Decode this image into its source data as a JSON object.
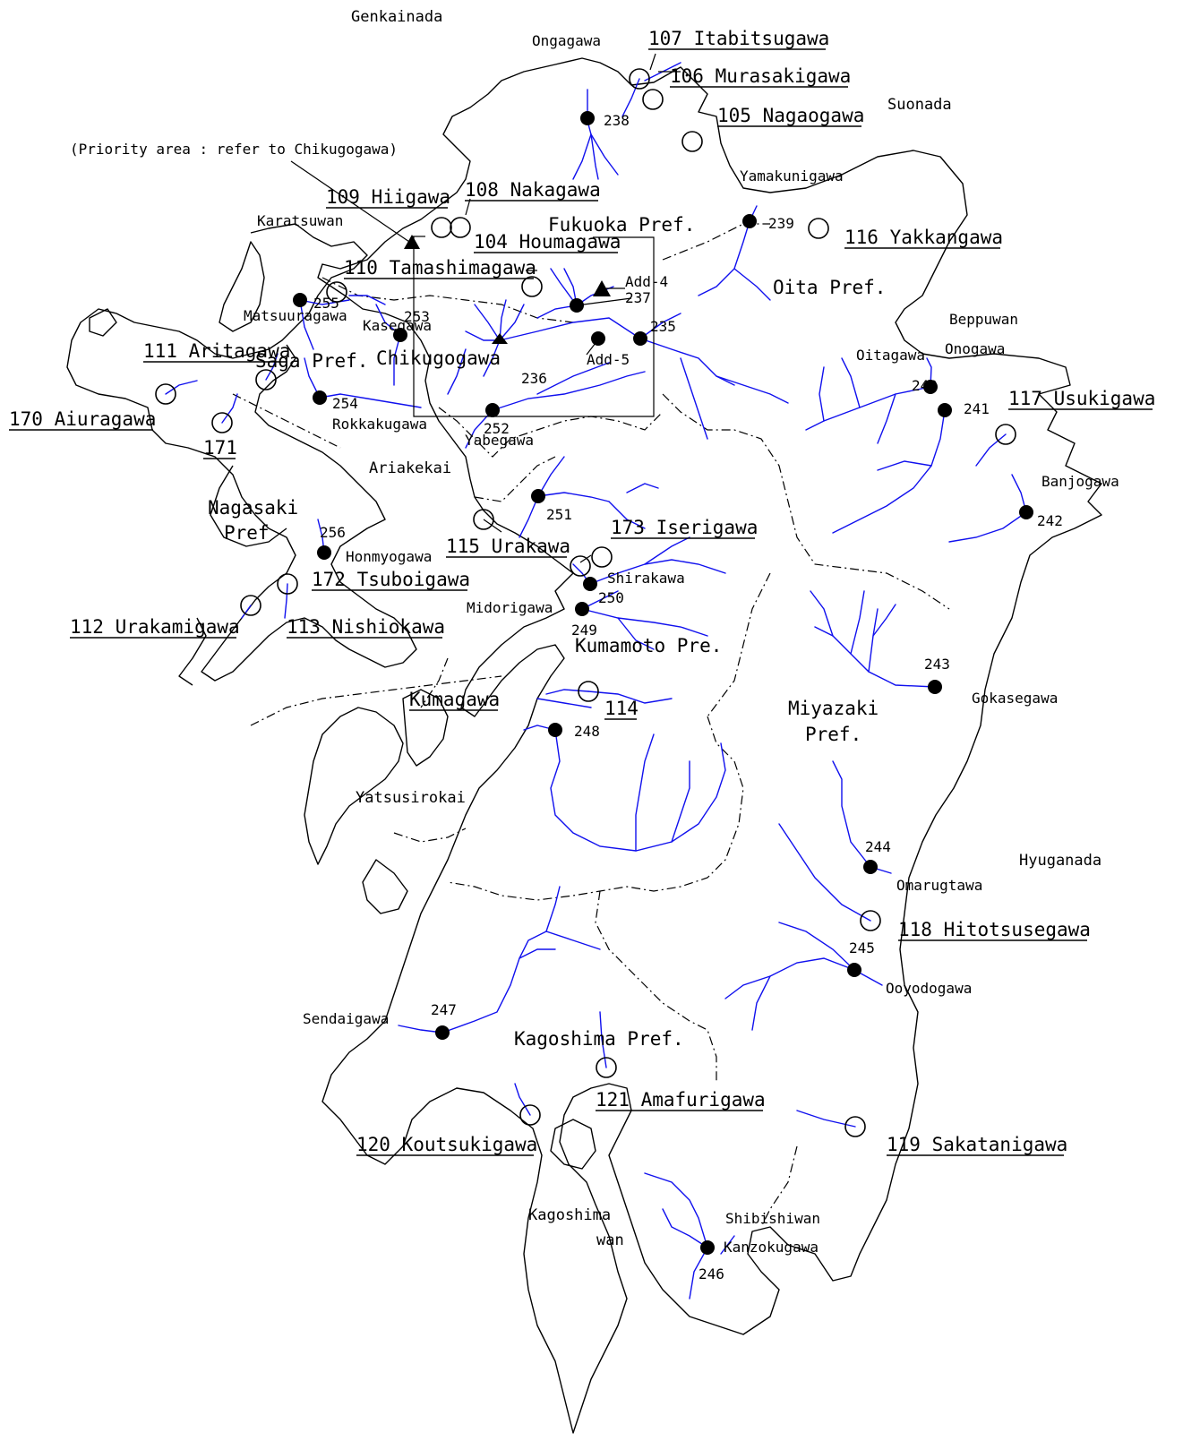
{
  "seas": {
    "genkainada": "Genkainada",
    "suonada": "Suonada",
    "beppuwan": "Beppuwan",
    "ariakekai": "Ariakekai",
    "yatsusirokai": "Yatsusirokai",
    "hyuganada": "Hyuganada",
    "kagoshima_wan_1": "Kagoshima",
    "kagoshima_wan_2": "wan",
    "shibishiwan": "Shibishiwan",
    "karatsuwan": "Karatsuwan"
  },
  "prefectures": {
    "fukuoka": "Fukuoka Pref.",
    "oita": "Oita Pref.",
    "saga": "Saga Pref.",
    "nagasaki_1": "Nagasaki",
    "nagasaki_2": "Pref",
    "kumamoto": "Kumamoto Pre.",
    "miyazaki_1": "Miyazaki",
    "miyazaki_2": "Pref.",
    "kagoshima": "Kagoshima Pref."
  },
  "note": "(Priority area : refer to Chikugogawa)",
  "rivers_open": {
    "r107": "107 Itabitsugawa",
    "r106": "106 Murasakigawa",
    "r105": "105 Nagaogawa",
    "r109": "109 Hiigawa",
    "r108": "108 Nakagawa",
    "r104": "104 Houmagawa",
    "r110": "110 Tamashimagawa",
    "r111": "111 Aritagawa",
    "r170": "170 Aiuragawa",
    "r171": "171",
    "r116": "116 Yakkangawa",
    "r117": "117 Usukigawa",
    "r173": "173 Iserigawa",
    "r115": "115 Urakawa",
    "r172": "172 Tsuboigawa",
    "r112": "112 Urakamigawa",
    "r113": "113 Nishiokawa",
    "r114": "114",
    "kumagawa": "Kumagawa",
    "r118": "118 Hitotsusegawa",
    "r121": "121 Amafurigawa",
    "r120": "120 Koutsukigawa",
    "r119": "119 Sakatanigawa"
  },
  "river_names": {
    "ongagawa": "Ongagawa",
    "yamakunigawa": "Yamakunigawa",
    "matsuuragawa": "Matsuuragawa",
    "kasegawa": "Kasegawa",
    "chikugogawa": "Chikugogawa",
    "rokkakugawa": "Rokkakugawa",
    "yabegawa": "Yabegawa",
    "honmyogawa": "Honmyogawa",
    "shirakawa": "Shirakawa",
    "midorigawa": "Midorigawa",
    "oitagawa": "Oitagawa",
    "onogawa": "Onogawa",
    "banjogawa": "Banjogawa",
    "gokasegawa": "Gokasegawa",
    "omarugtawa": "Omarugtawa",
    "ooyodogawa": "Ooyodogawa",
    "sendaigawa": "Sendaigawa",
    "kanzokugawa": "Kanzokugawa"
  },
  "stations": {
    "s238": "238",
    "s239": "239",
    "s237": "237",
    "s235": "235",
    "s236": "236",
    "s252": "252",
    "s253": "253",
    "s255": "255",
    "s254": "254",
    "s251": "251",
    "s256": "256",
    "s250": "250",
    "s249": "249",
    "s248": "248",
    "s240": "240",
    "s241": "241",
    "s242": "242",
    "s243": "243",
    "s244": "244",
    "s245": "245",
    "s247": "247",
    "s246": "246"
  },
  "additional": {
    "add4": "Add-4",
    "add5": "Add-5"
  },
  "colors": {
    "river": "#1010ee",
    "coast": "#000000",
    "background": "#ffffff"
  }
}
